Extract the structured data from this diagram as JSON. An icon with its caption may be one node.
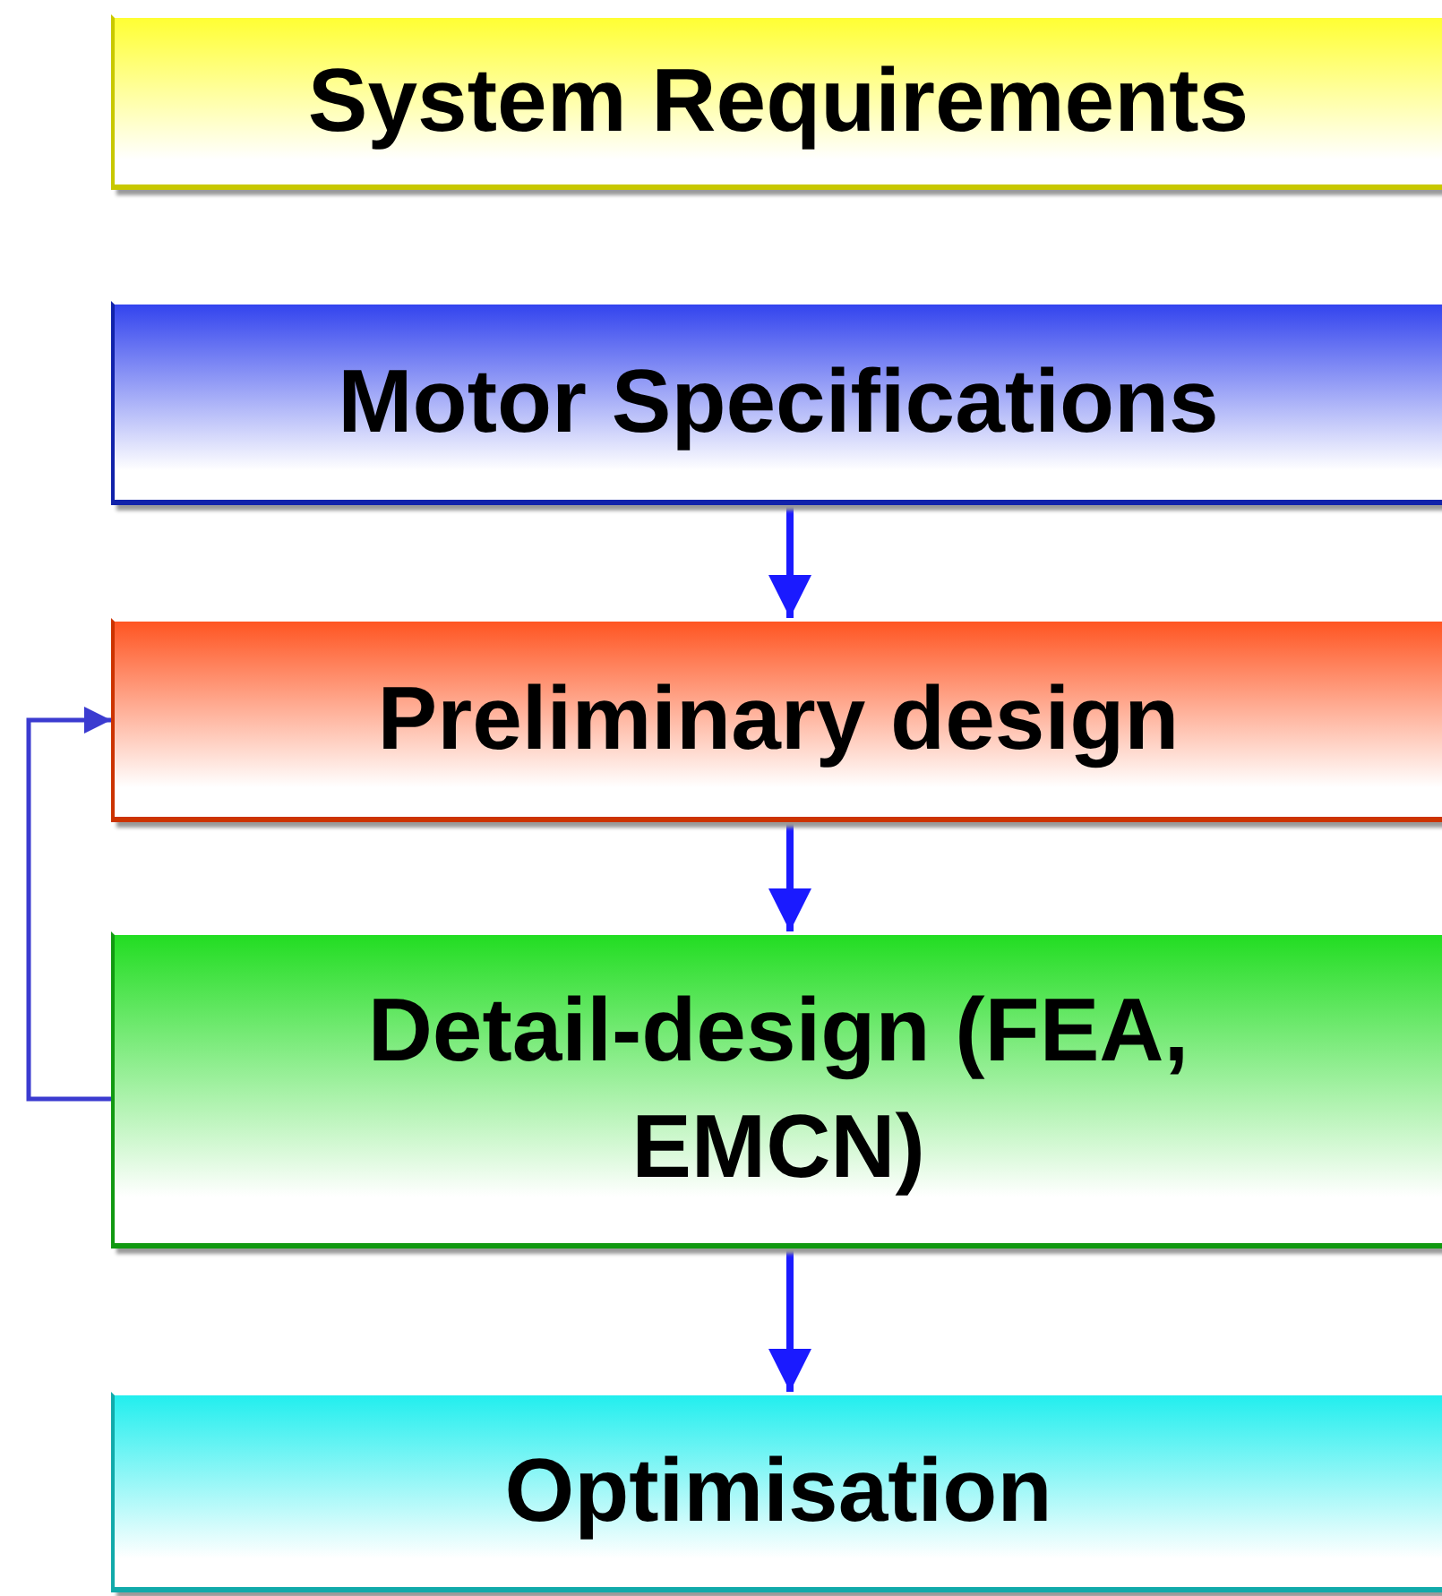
{
  "diagram": {
    "nodes": [
      {
        "text": [
          "System Requirements"
        ]
      },
      {
        "text": [
          "Motor Specifications"
        ]
      },
      {
        "text": [
          "Preliminary design"
        ]
      },
      {
        "text": [
          "Detail-design (FEA, EMCN)"
        ]
      },
      {
        "text": [
          "Optimisation"
        ]
      }
    ],
    "edges": [
      {
        "from": 1,
        "to": 2,
        "arrow": "to"
      },
      {
        "from": 2,
        "to": 3,
        "arrow": "to"
      },
      {
        "from": 3,
        "to": 4,
        "arrow": "to"
      },
      {
        "from": 3,
        "to": 2,
        "arrow": "to"
      }
    ]
  }
}
